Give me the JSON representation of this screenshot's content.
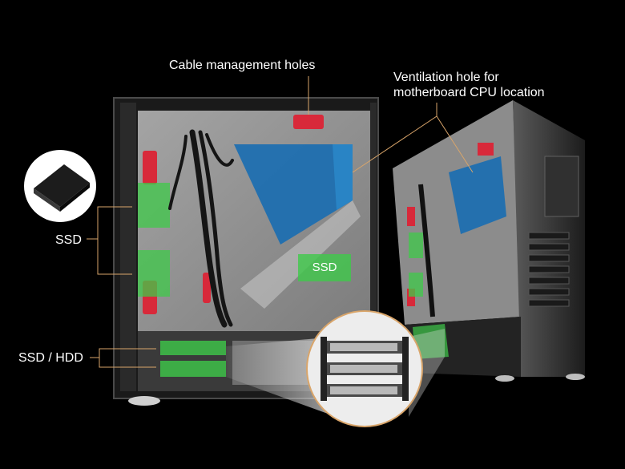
{
  "callouts": {
    "cable_holes": "Cable management holes",
    "ventilation_line1": "Ventilation hole for",
    "ventilation_line2": "motherboard CPU location",
    "ssd": "SSD",
    "ssd_hdd": "SSD / HDD",
    "ssd_panel": "SSD"
  },
  "colors": {
    "background": "#000000",
    "case_panel": "#8f8f8f",
    "frame_dark": "#2a2a2a",
    "highlight_red": "#d8293a",
    "highlight_green": "#3fc94a",
    "highlight_blue": "#1f6fb0",
    "leader_line": "#d9a56a"
  },
  "icons": {
    "ssd_product": "ssd-drive-icon",
    "drive_bay_zoom": "drive-cage-zoom"
  }
}
